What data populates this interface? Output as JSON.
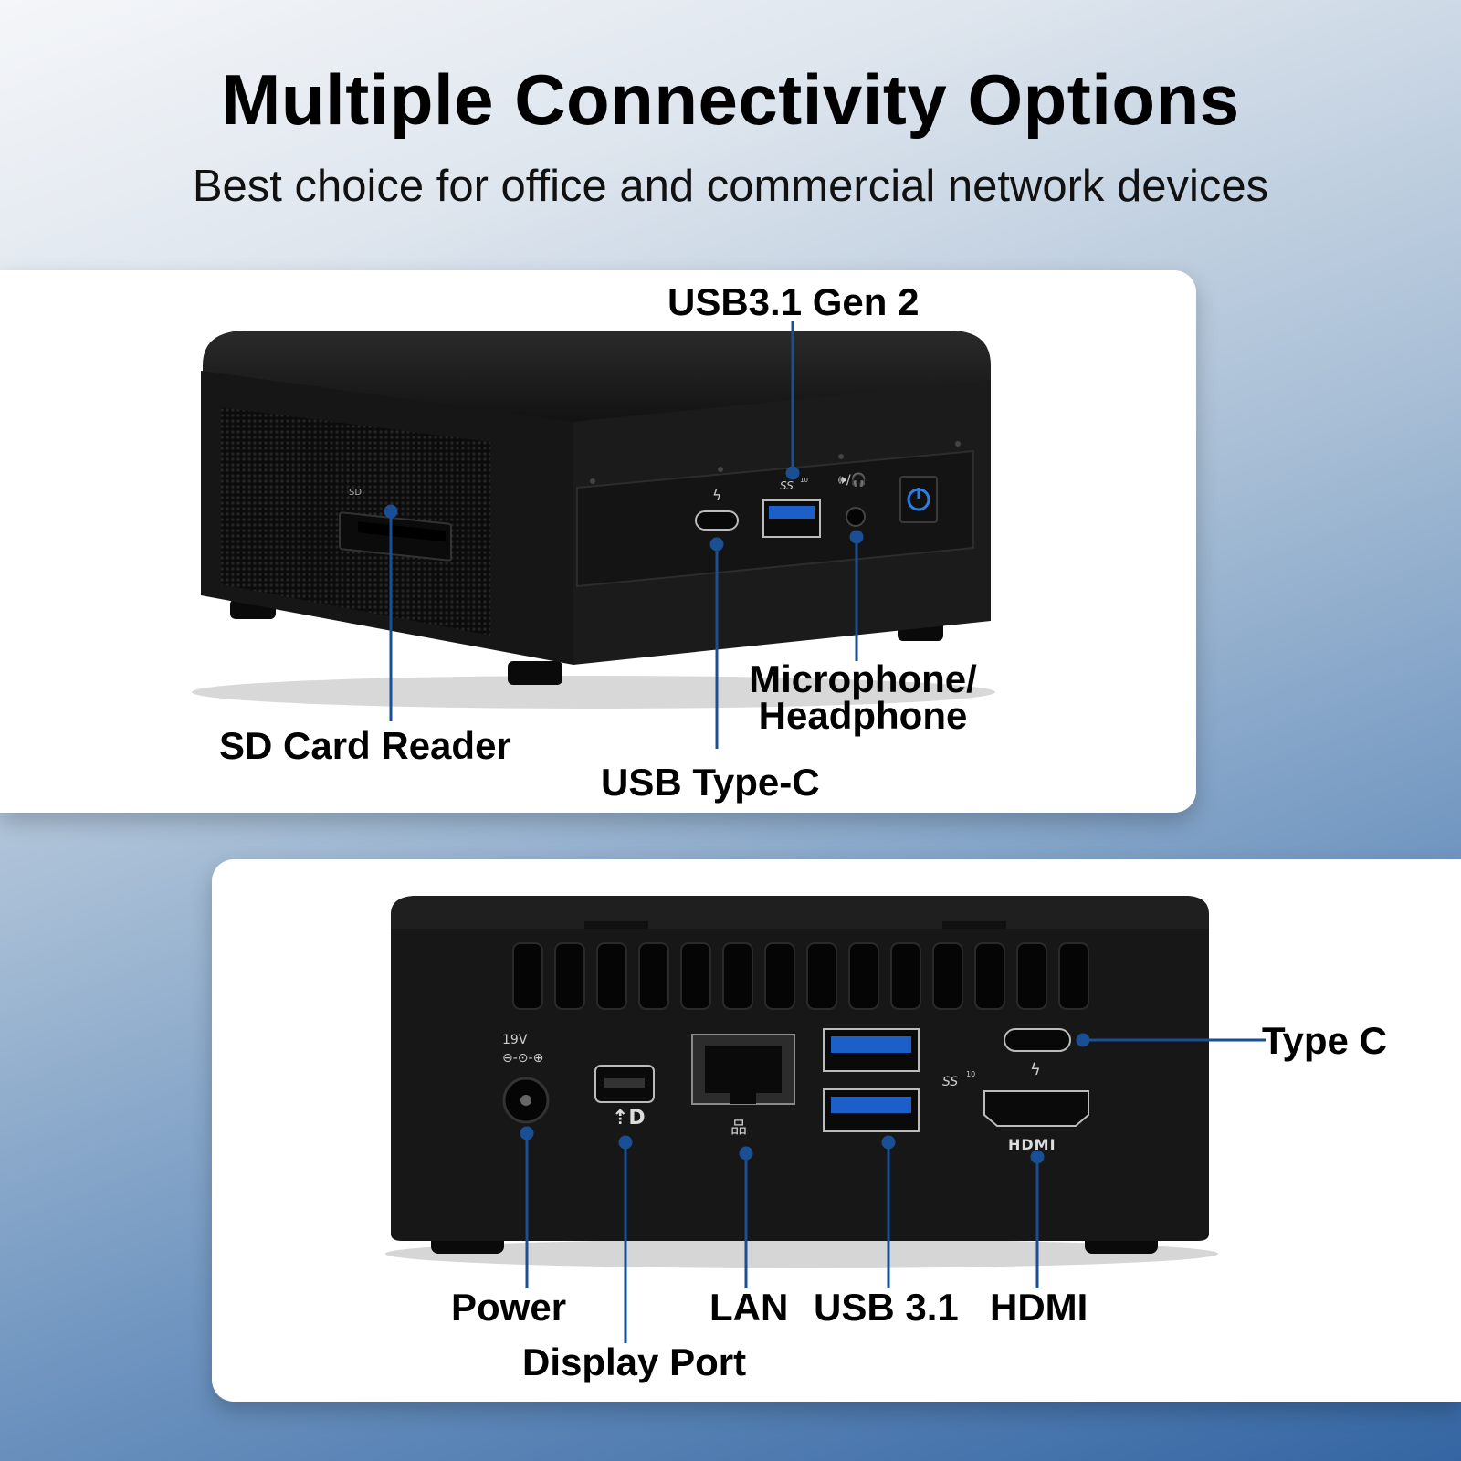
{
  "title": "Multiple Connectivity Options",
  "subtitle": "Best choice for office and commercial network devices",
  "front_panel": {
    "labels": {
      "usb31_gen2": "USB3.1 Gen 2",
      "sd_card_reader": "SD Card Reader",
      "usb_type_c": "USB Type-C",
      "mic_headphone": "Microphone/ Headphone"
    },
    "port_markings": {
      "sd": "SD",
      "ss": "SS",
      "ss_gen": "10"
    }
  },
  "back_panel": {
    "labels": {
      "type_c": "Type C",
      "power": "Power",
      "display_port": "Display Port",
      "lan": "LAN",
      "usb31": "USB 3.1",
      "hdmi": "HDMI"
    },
    "port_markings": {
      "voltage": "19V",
      "hdmi_logo": "HDMI",
      "ss": "SS",
      "ss_gen": "10"
    }
  },
  "colors": {
    "callout_line": "#1b4f93",
    "device_body": "#141414",
    "usb_blue": "#1d5fc8",
    "power_glow": "#2f7de0"
  }
}
